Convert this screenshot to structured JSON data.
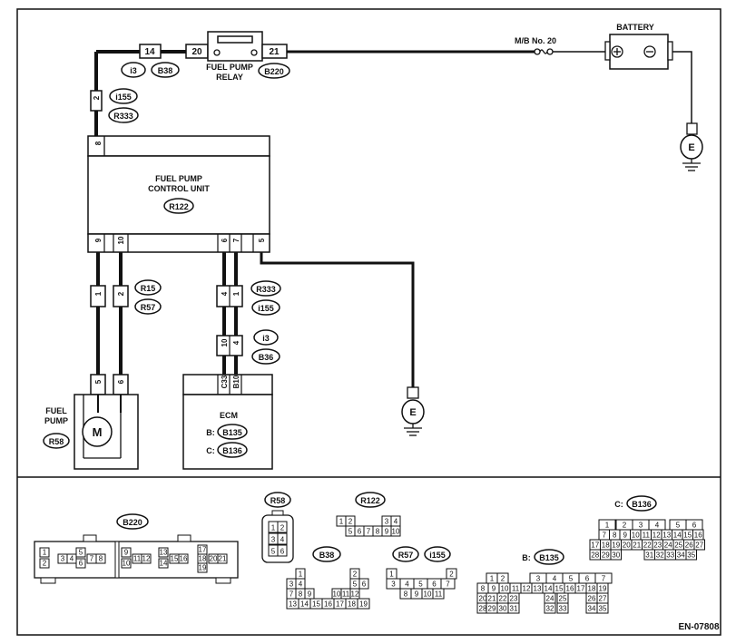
{
  "title_labels": {
    "battery": "BATTERY",
    "fuse": "M/B No. 20",
    "relay": "FUEL PUMP RELAY",
    "relay_line1": "FUEL PUMP",
    "relay_line2": "RELAY",
    "fpcu_line1": "FUEL PUMP",
    "fpcu_line2": "CONTROL UNIT",
    "fuel_pump_line1": "FUEL",
    "fuel_pump_line2": "PUMP",
    "ecm": "ECM",
    "ground": "E",
    "motor": "M",
    "b_prefix": "B:",
    "c_prefix": "C:",
    "figure_id": "EN-07808"
  },
  "connector_ids": {
    "i3": "i3",
    "b38": "B38",
    "b220": "B220",
    "i155": "i155",
    "r333": "R333",
    "r122": "R122",
    "r15": "R15",
    "r57": "R57",
    "r58": "R58",
    "b135": "B135",
    "b136": "B136",
    "b36": "B36"
  },
  "pins": {
    "relay_left_in": "14",
    "relay_left": "20",
    "relay_right": "21",
    "wire_left": "2",
    "fpcu_top": "8",
    "fpcu_bottom": [
      "9",
      "10",
      "6",
      "7",
      "5"
    ],
    "r15_left": "1",
    "r15_right": "2",
    "r333_left": "4",
    "r333_right": "1",
    "i3_left": "10",
    "i3_right": "4",
    "pump_left": "5",
    "pump_right": "6",
    "ecm_left": "C33",
    "ecm_right": "B10"
  },
  "connector_views": {
    "b220_rows": [
      [
        "1",
        "3",
        "4",
        "5",
        "7",
        "8",
        "9",
        "11",
        "12",
        "13",
        "15",
        "16",
        "17",
        "20",
        "21"
      ],
      [
        "2",
        "6",
        "10",
        "14",
        "18",
        "19"
      ]
    ],
    "r58_pins": [
      "1",
      "2",
      "3",
      "4",
      "5",
      "6"
    ],
    "r122_row1": [
      "1",
      "2",
      "3",
      "4"
    ],
    "r122_row2": [
      "5",
      "6",
      "7",
      "8",
      "9",
      "10"
    ],
    "b38_row1": [
      "1",
      "2"
    ],
    "b38_row2": [
      "3",
      "4",
      "5",
      "6"
    ],
    "b38_row3": [
      "7",
      "8",
      "9",
      "10",
      "11",
      "12"
    ],
    "b38_row4": [
      "13",
      "14",
      "15",
      "16",
      "17",
      "18",
      "19"
    ],
    "r57_row1": [
      "1",
      "2"
    ],
    "r57_row2": [
      "3",
      "4",
      "5",
      "6",
      "7"
    ],
    "r57_row3": [
      "8",
      "9",
      "10",
      "11"
    ],
    "b135_row1": [
      "1",
      "2",
      "3",
      "4",
      "5",
      "6",
      "7"
    ],
    "b135_row2": [
      "8",
      "9",
      "10",
      "11",
      "12",
      "13",
      "14",
      "15",
      "16",
      "17",
      "18",
      "19"
    ],
    "b135_row3": [
      "20",
      "21",
      "22",
      "23",
      "24",
      "25",
      "26",
      "27"
    ],
    "b135_row4": [
      "28",
      "29",
      "30",
      "31",
      "32",
      "33",
      "34",
      "35"
    ],
    "b136_row1": [
      "1",
      "2",
      "3",
      "4",
      "5",
      "6"
    ],
    "b136_row2": [
      "7",
      "8",
      "9",
      "10",
      "11",
      "12",
      "13",
      "14",
      "15",
      "16"
    ],
    "b136_row3": [
      "17",
      "18",
      "19",
      "20",
      "21",
      "22",
      "23",
      "24",
      "25",
      "26",
      "27"
    ],
    "b136_row4": [
      "28",
      "29",
      "30",
      "31",
      "32",
      "33",
      "34",
      "35"
    ]
  }
}
